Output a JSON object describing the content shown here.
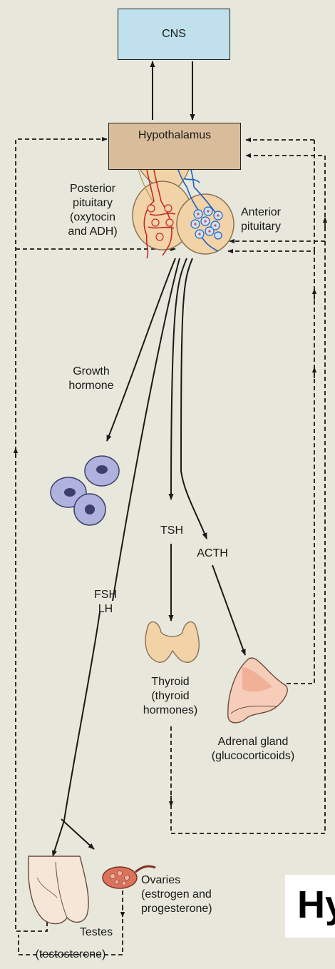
{
  "nodes": {
    "cns": "CNS",
    "hypothalamus": "Hypothalamus",
    "posterior_pituitary": [
      "Posterior",
      "pituitary",
      "(oxytocin",
      "and ADH)"
    ],
    "anterior_pituitary": [
      "Anterior",
      "pituitary"
    ],
    "growth_hormone": [
      "Growth",
      "hormone"
    ],
    "tsh": "TSH",
    "acth": "ACTH",
    "fsh_lh": [
      "FSH",
      "LH"
    ],
    "thyroid": [
      "Thyroid",
      "(thyroid",
      "hormones)"
    ],
    "adrenal": [
      "Adrenal gland",
      "(glucocorticoids)"
    ],
    "ovaries": [
      "Ovaries",
      "(estrogen and",
      "progesterone)"
    ],
    "testes": "Testes",
    "testosterone": "(testosterone)"
  },
  "title": "Hy",
  "colors": {
    "background": "#e7e7db",
    "cns_fill": "#bfe0ec",
    "hypothalamus_fill": "#d9bd9b",
    "gland_tan": "#f1d3a7",
    "pituitary_red": "#c62828",
    "pituitary_blue": "#1f5fbf",
    "cell_purple": "#aeb2dc",
    "ovary_red": "#d9735c",
    "adrenal_pink": "#f6cdb9",
    "line": "#1a1a1a"
  }
}
